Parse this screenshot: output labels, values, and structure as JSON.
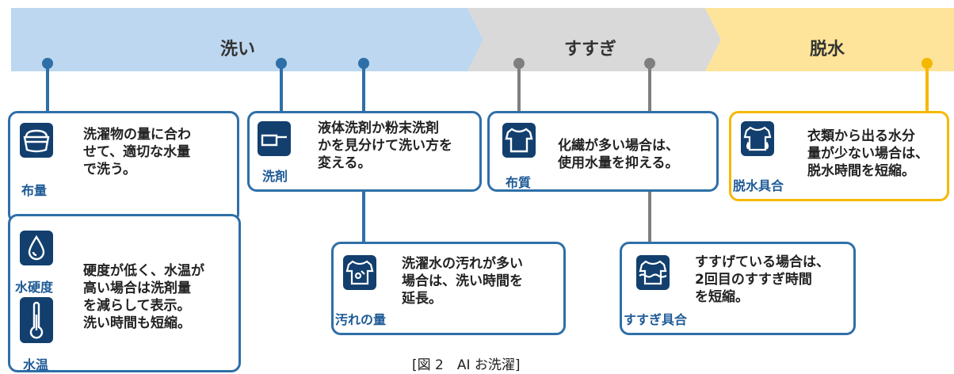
{
  "stages": [
    {
      "label": "洗い",
      "color": "#bcd7ef"
    },
    {
      "label": "すすぎ",
      "color": "#d9d9d9"
    },
    {
      "label": "脱水",
      "color": "#fde49a"
    }
  ],
  "colors": {
    "wash": "#2e6fa8",
    "rinse": "#7f7f7f",
    "spin": "#f5b800",
    "icon_bg": "#123f6e"
  },
  "cards": {
    "nunoryo": {
      "label": "布量",
      "text": "洗濯物の量に合わ\nせて、適切な水量\nで洗う。",
      "icon": "basket-icon"
    },
    "mizu": {
      "label_hardness": "水硬度",
      "label_temp": "水温",
      "text": "硬度が低く、水温が\n高い場合は洗剤量\nを減らして表示。\n洗い時間も短縮。",
      "icon_hardness": "water-drop-icon",
      "icon_temp": "thermometer-icon"
    },
    "senzai": {
      "label": "洗剤",
      "text": "液体洗剤か粉末洗剤\nかを見分けて洗い方を\n変える。",
      "icon": "detergent-scoop-icon"
    },
    "yogore": {
      "label": "汚れの量",
      "text": "洗濯水の汚れが多い\n場合は、洗い時間を\n延長。",
      "icon": "stained-shirt-icon"
    },
    "nushitsu": {
      "label": "布質",
      "text": "化繊が多い場合は、\n使用水量を抑える。",
      "icon": "shirt-icon"
    },
    "susugi": {
      "label": "すすぎ具合",
      "text": "すすげている場合は、\n2回目のすすぎ時間\nを短縮。",
      "icon": "rinse-shirt-icon"
    },
    "dassui": {
      "label": "脱水具合",
      "text": "衣類から出る水分\n量が少ない場合は、\n脱水時間を短縮。",
      "icon": "dripping-shirt-icon"
    }
  },
  "caption": "[図 2　AI お洗濯]"
}
